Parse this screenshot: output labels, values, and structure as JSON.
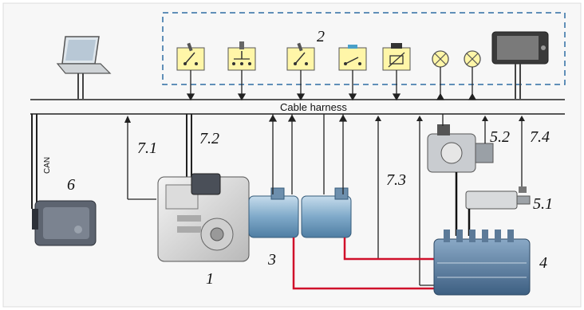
{
  "harness": {
    "label": "Cable harness"
  },
  "can": {
    "label": "CAN"
  },
  "labels": {
    "controls_group": "2",
    "engine": "1",
    "pumps": "3",
    "valve_block": "4",
    "cylinder": "5.1",
    "hydraulic_motor": "5.2",
    "controller": "6",
    "link_71": "7.1",
    "link_72": "7.2",
    "link_73": "7.3",
    "link_74": "7.4"
  },
  "icons": {
    "laptop": "laptop-icon",
    "display": "display-terminal-icon",
    "controller": "ecu-controller-icon",
    "toggle_switch": "toggle-switch-icon",
    "multi_switch": "multi-position-switch-icon",
    "push_button": "push-button-icon",
    "sensor": "sensor-icon",
    "lamp": "indicator-lamp-icon"
  },
  "colors": {
    "dashed_group": "#2e6da4",
    "control_box_fill": "#fff6a8",
    "hydraulic_line": "#d0102a",
    "pump_body": "#8fb7d6",
    "wire": "#222222"
  }
}
